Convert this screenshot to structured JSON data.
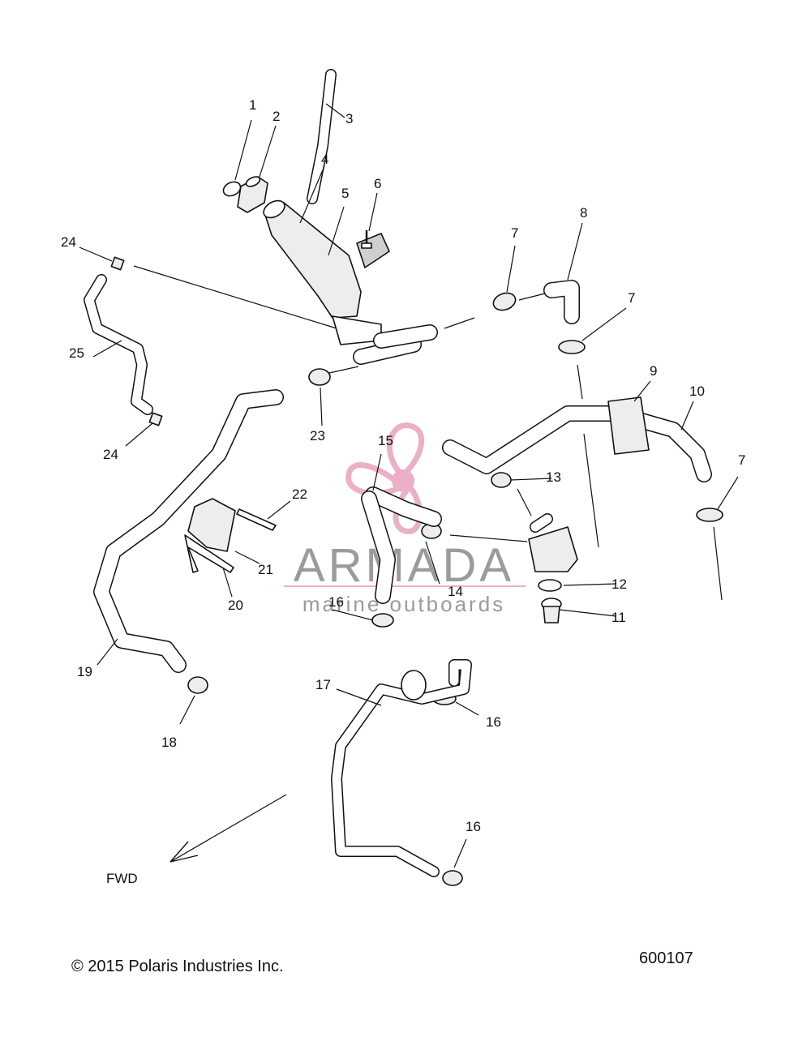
{
  "callouts": {
    "c1": "1",
    "c2": "2",
    "c3": "3",
    "c4": "4",
    "c5": "5",
    "c6": "6",
    "c7a": "7",
    "c7b": "7",
    "c7c": "7",
    "c8": "8",
    "c9": "9",
    "c10": "10",
    "c11": "11",
    "c12": "12",
    "c13": "13",
    "c14": "14",
    "c15": "15",
    "c16a": "16",
    "c16b": "16",
    "c16c": "16",
    "c17": "17",
    "c18": "18",
    "c19": "19",
    "c20": "20",
    "c21": "21",
    "c22": "22",
    "c23": "23",
    "c24a": "24",
    "c24b": "24",
    "c25": "25"
  },
  "direction_label": "FWD",
  "watermark": {
    "name": "ARMADA",
    "tagline": "marine outboards"
  },
  "footer": {
    "copyright": "© 2015 Polaris Industries Inc.",
    "drawing_number": "600107"
  },
  "colors": {
    "ink": "#111111",
    "watermark_pink": "#e8a3bd",
    "watermark_gray": "#8a8a8a"
  }
}
